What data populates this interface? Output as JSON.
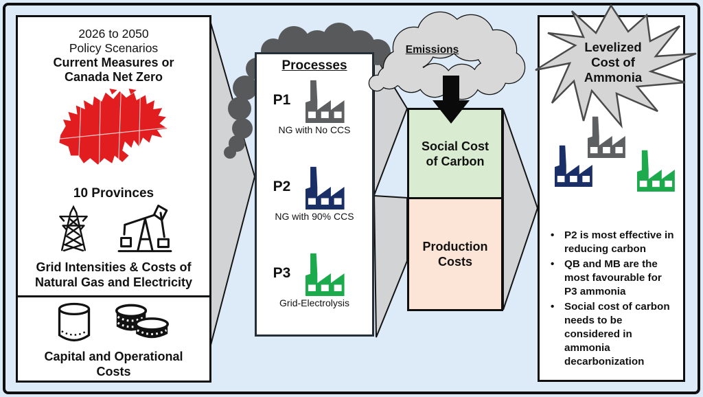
{
  "page": {
    "background": "#dcebf7",
    "frame_border": "#0f0f10"
  },
  "left_panel": {
    "policy_line1": "2026 to 2050",
    "policy_line2": "Policy Scenarios",
    "policy_line3": "Current Measures or",
    "policy_line4": "Canada Net Zero",
    "provinces_label": "10 Provinces",
    "grid_label": "Grid Intensities & Costs of Natural Gas and Electricity",
    "capital_label": "Capital and Operational Costs",
    "map_color": "#e21d1f"
  },
  "processes_panel": {
    "title": "Processes",
    "items": [
      {
        "label": "P1",
        "caption": "NG with No CCS",
        "color": "#5e5f61"
      },
      {
        "label": "P2",
        "caption": "NG with 90% CCS",
        "color": "#1b2f67"
      },
      {
        "label": "P3",
        "caption": "Grid-Electrolysis",
        "color": "#1caa4d"
      }
    ]
  },
  "emissions": {
    "label": "Emissions",
    "cloud_color": "#d8d8d8",
    "smoke_color": "#58595b"
  },
  "cost_stack": {
    "social_label": "Social Cost of Carbon",
    "social_bg": "#d9ecd2",
    "production_label": "Production Costs",
    "production_bg": "#fce4d6"
  },
  "results_panel": {
    "burst_label": "Levelized Cost of Ammonia",
    "burst_bg": "#d5d5d5",
    "factory_colors": {
      "gray": "#5e5f61",
      "navy": "#1b2f67",
      "green": "#1caa4d"
    },
    "bullet_char": "•",
    "bullets": [
      "P2 is most effective in reducing carbon",
      "QB and MB are the most favourable for P3 ammonia",
      "Social cost of carbon needs to be considered in ammonia decarbonization"
    ]
  }
}
